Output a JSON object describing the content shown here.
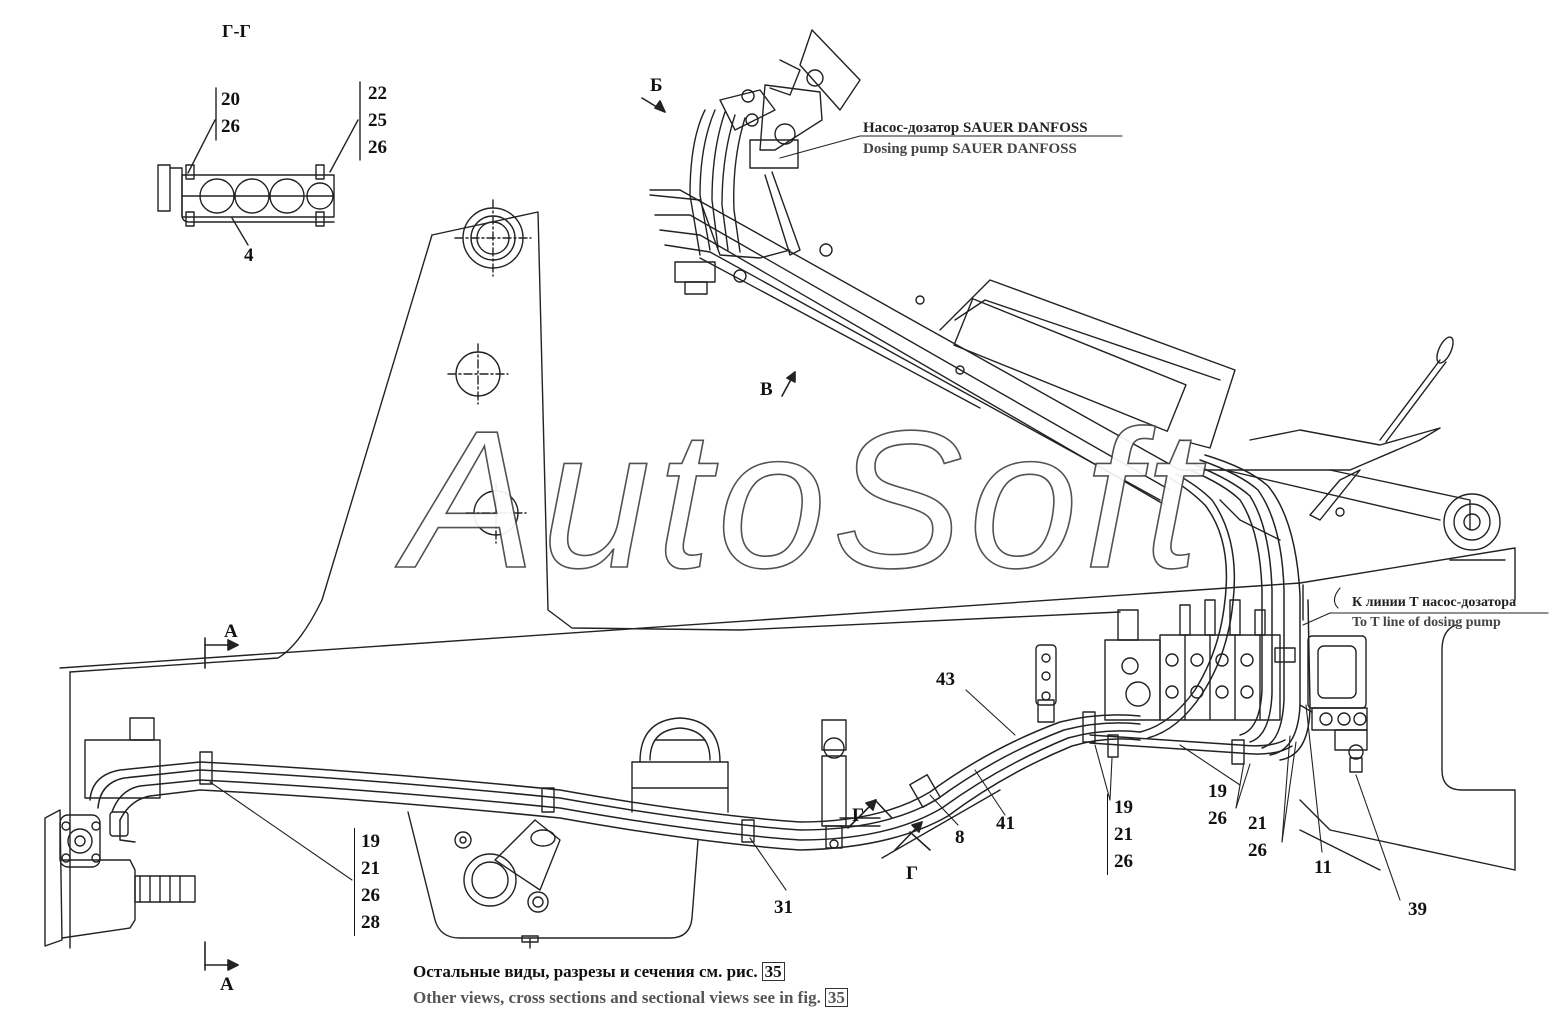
{
  "section_title": "Г-Г",
  "section_gg": {
    "left_group": [
      "20",
      "26"
    ],
    "right_group": [
      "22",
      "25",
      "26"
    ],
    "bottom_callout": "4"
  },
  "view_labels": {
    "b": "Б",
    "v": "В",
    "a_top": "А",
    "a_bottom": "А",
    "g_top": "Г",
    "g_bottom": "Г"
  },
  "dosing_pump": {
    "ru": "Насос-дозатор SAUER DANFOSS",
    "en": "Dosing pump SAUER DANFOSS"
  },
  "t_line": {
    "ru": "К линии Т насос-дозатора",
    "en": "To T line of dosing pump"
  },
  "callouts": {
    "c43": "43",
    "c41": "41",
    "c8": "8",
    "c31": "31",
    "c11": "11",
    "c39": "39"
  },
  "groups": {
    "left": [
      "19",
      "21",
      "26",
      "28"
    ],
    "mid": [
      "19",
      "21",
      "26"
    ],
    "right_a": [
      "19",
      "26"
    ],
    "right_b": [
      "21",
      "26"
    ]
  },
  "watermark": "AutoSoft",
  "footer": {
    "ru": "Остальные виды, разрезы и сечения см. рис.",
    "en": "Other views, cross sections and sectional views see in fig.",
    "fig_ref": "35"
  }
}
